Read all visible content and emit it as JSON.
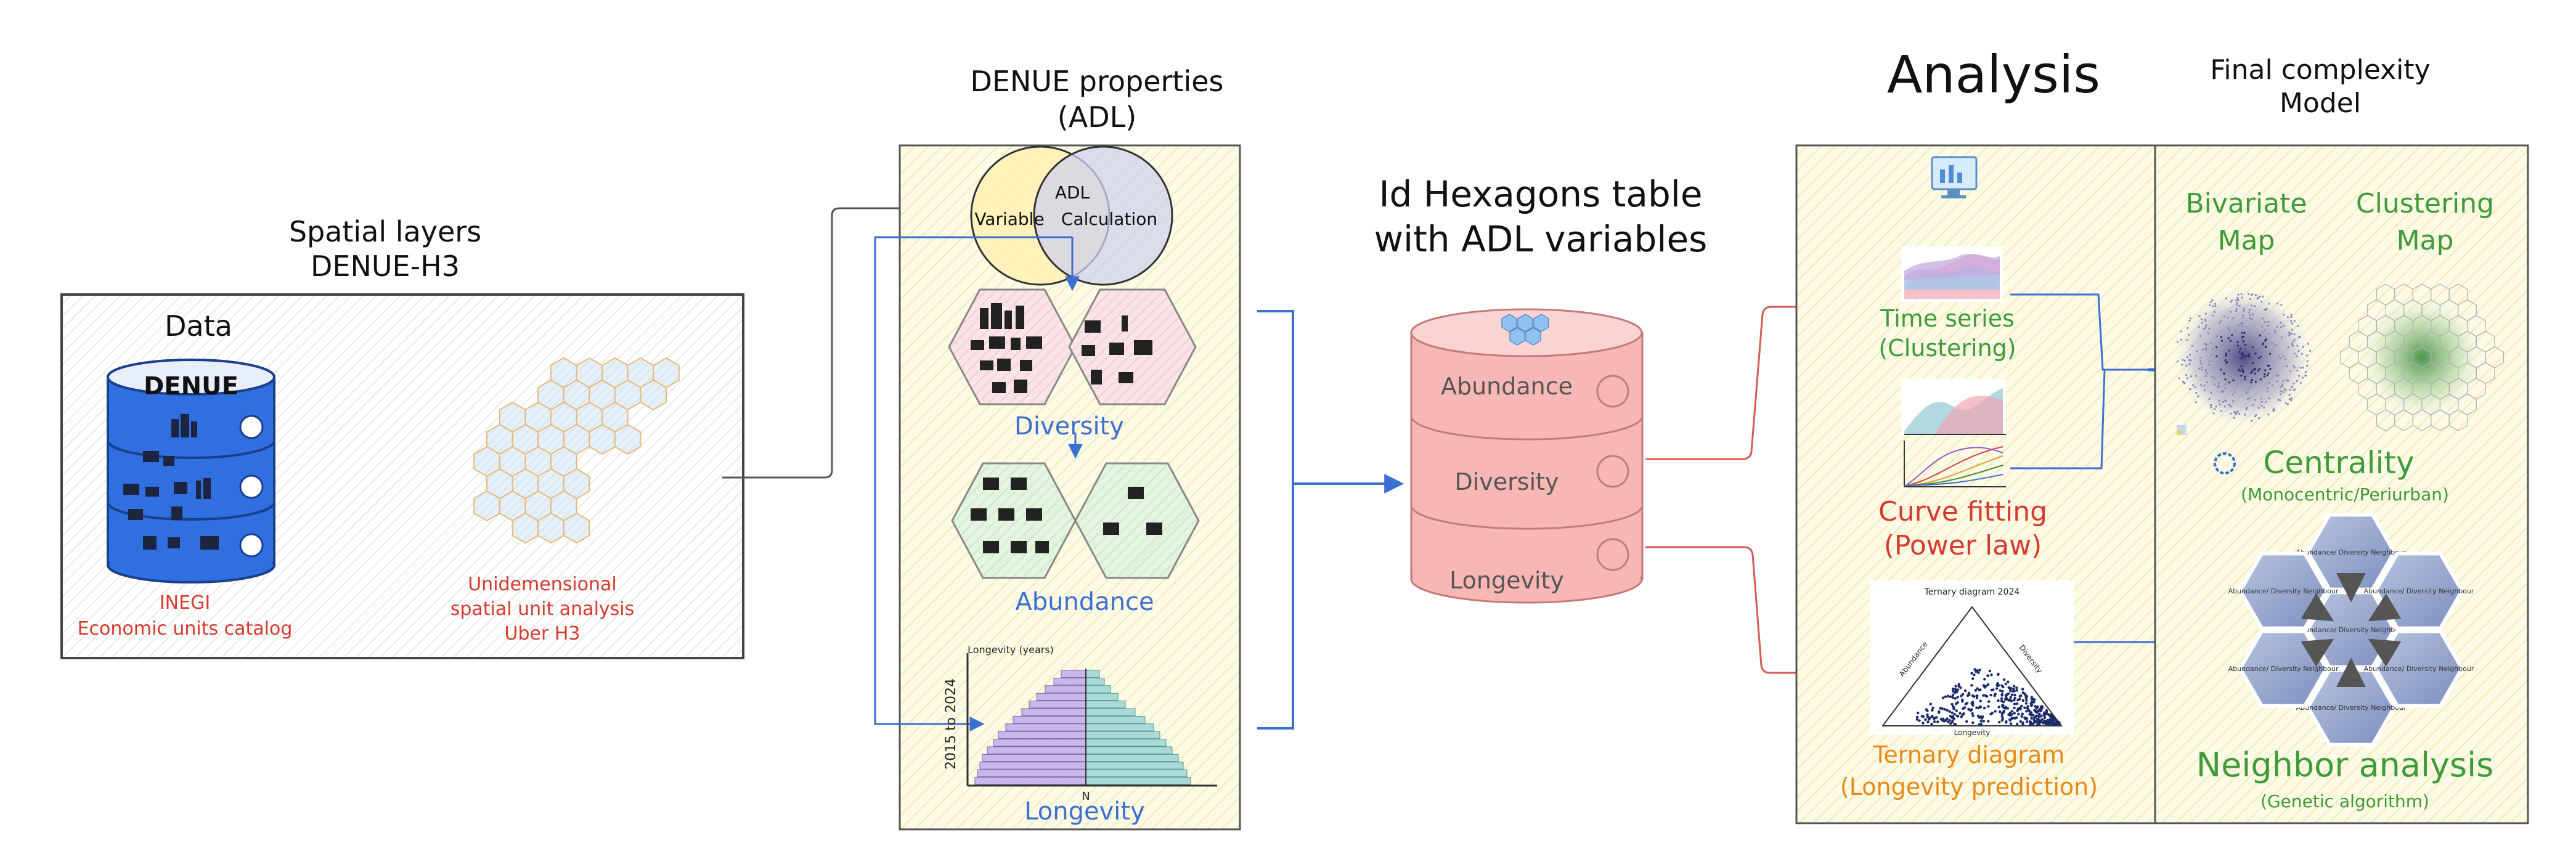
{
  "colors": {
    "red_text": "#d63a2f",
    "blue_text": "#3b6fd1",
    "green_text": "#3f9a3a",
    "orange_text": "#e88a1a",
    "db_blue": "#2f6fe0",
    "db_pink": "#f7b7b5",
    "panel_yellow": "#fbf6d8"
  },
  "spatial": {
    "title_line1": "Spatial layers",
    "title_line2": "DENUE-H3",
    "data_label": "Data",
    "db_label": "DENUE",
    "inegi_line1": "INEGI",
    "inegi_line2": "Economic units catalog",
    "h3_line1": "Unidemensional",
    "h3_line2": "spatial unit analysis",
    "h3_line3": "Uber H3"
  },
  "denue": {
    "title_line1": "DENUE properties",
    "title_line2": "(ADL)",
    "venn_left_line1": "ADL",
    "venn_left_line2": "Variable",
    "venn_right": "Calculation",
    "diversity": "Diversity",
    "abundance": "Abundance",
    "longevity": "Longevity",
    "pyramid_ylabel": "Longevity (years)",
    "pyramid_axis": "2015 to 2024",
    "pyramid_n": "N"
  },
  "table": {
    "title_line1": "Id Hexagons table",
    "title_line2": "with ADL variables",
    "rows": [
      "Abundance",
      "Diversity",
      "Longevity"
    ]
  },
  "analysis": {
    "title": "Analysis",
    "time_series_line1": "Time series",
    "time_series_line2": "(Clustering)",
    "curve_line1": "Curve fitting",
    "curve_line2": "(Power law)",
    "ternary_title": "Ternary diagram 2024",
    "ternary_left": "Abundance",
    "ternary_right": "Diversity",
    "ternary_bottom": "Longevity",
    "ternary_line1": "Ternary diagram",
    "ternary_line2": "(Longevity prediction)"
  },
  "final": {
    "title_line1": "Final complexity",
    "title_line2": "Model",
    "bivariate_line1": "Bivariate",
    "bivariate_line2": "Map",
    "cluster_line1": "Clustering",
    "cluster_line2": "Map",
    "centrality": "Centrality",
    "centrality_sub": "(Monocentric/Periurban)",
    "neighbor": "Neighbor analysis",
    "neighbor_sub": "(Genetic algorithm)",
    "hex_center": "Abundance/ Diversity Neighbour",
    "hex_outer": "Abundance/ Diversity Neighbour"
  }
}
